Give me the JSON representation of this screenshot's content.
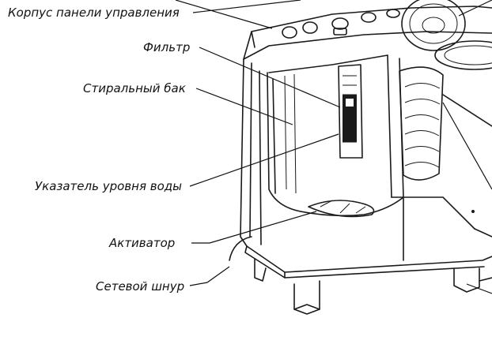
{
  "diagram": {
    "labels": [
      {
        "key": "control_panel",
        "text": "Корпус панели управления"
      },
      {
        "key": "filter",
        "text": "Фильтр"
      },
      {
        "key": "wash_tub",
        "text": "Стиральный бак"
      },
      {
        "key": "water_level",
        "text": "Указатель уровня воды"
      },
      {
        "key": "agitator",
        "text": "Активатор"
      },
      {
        "key": "power_cord",
        "text": "Сетевой шнур"
      }
    ]
  }
}
